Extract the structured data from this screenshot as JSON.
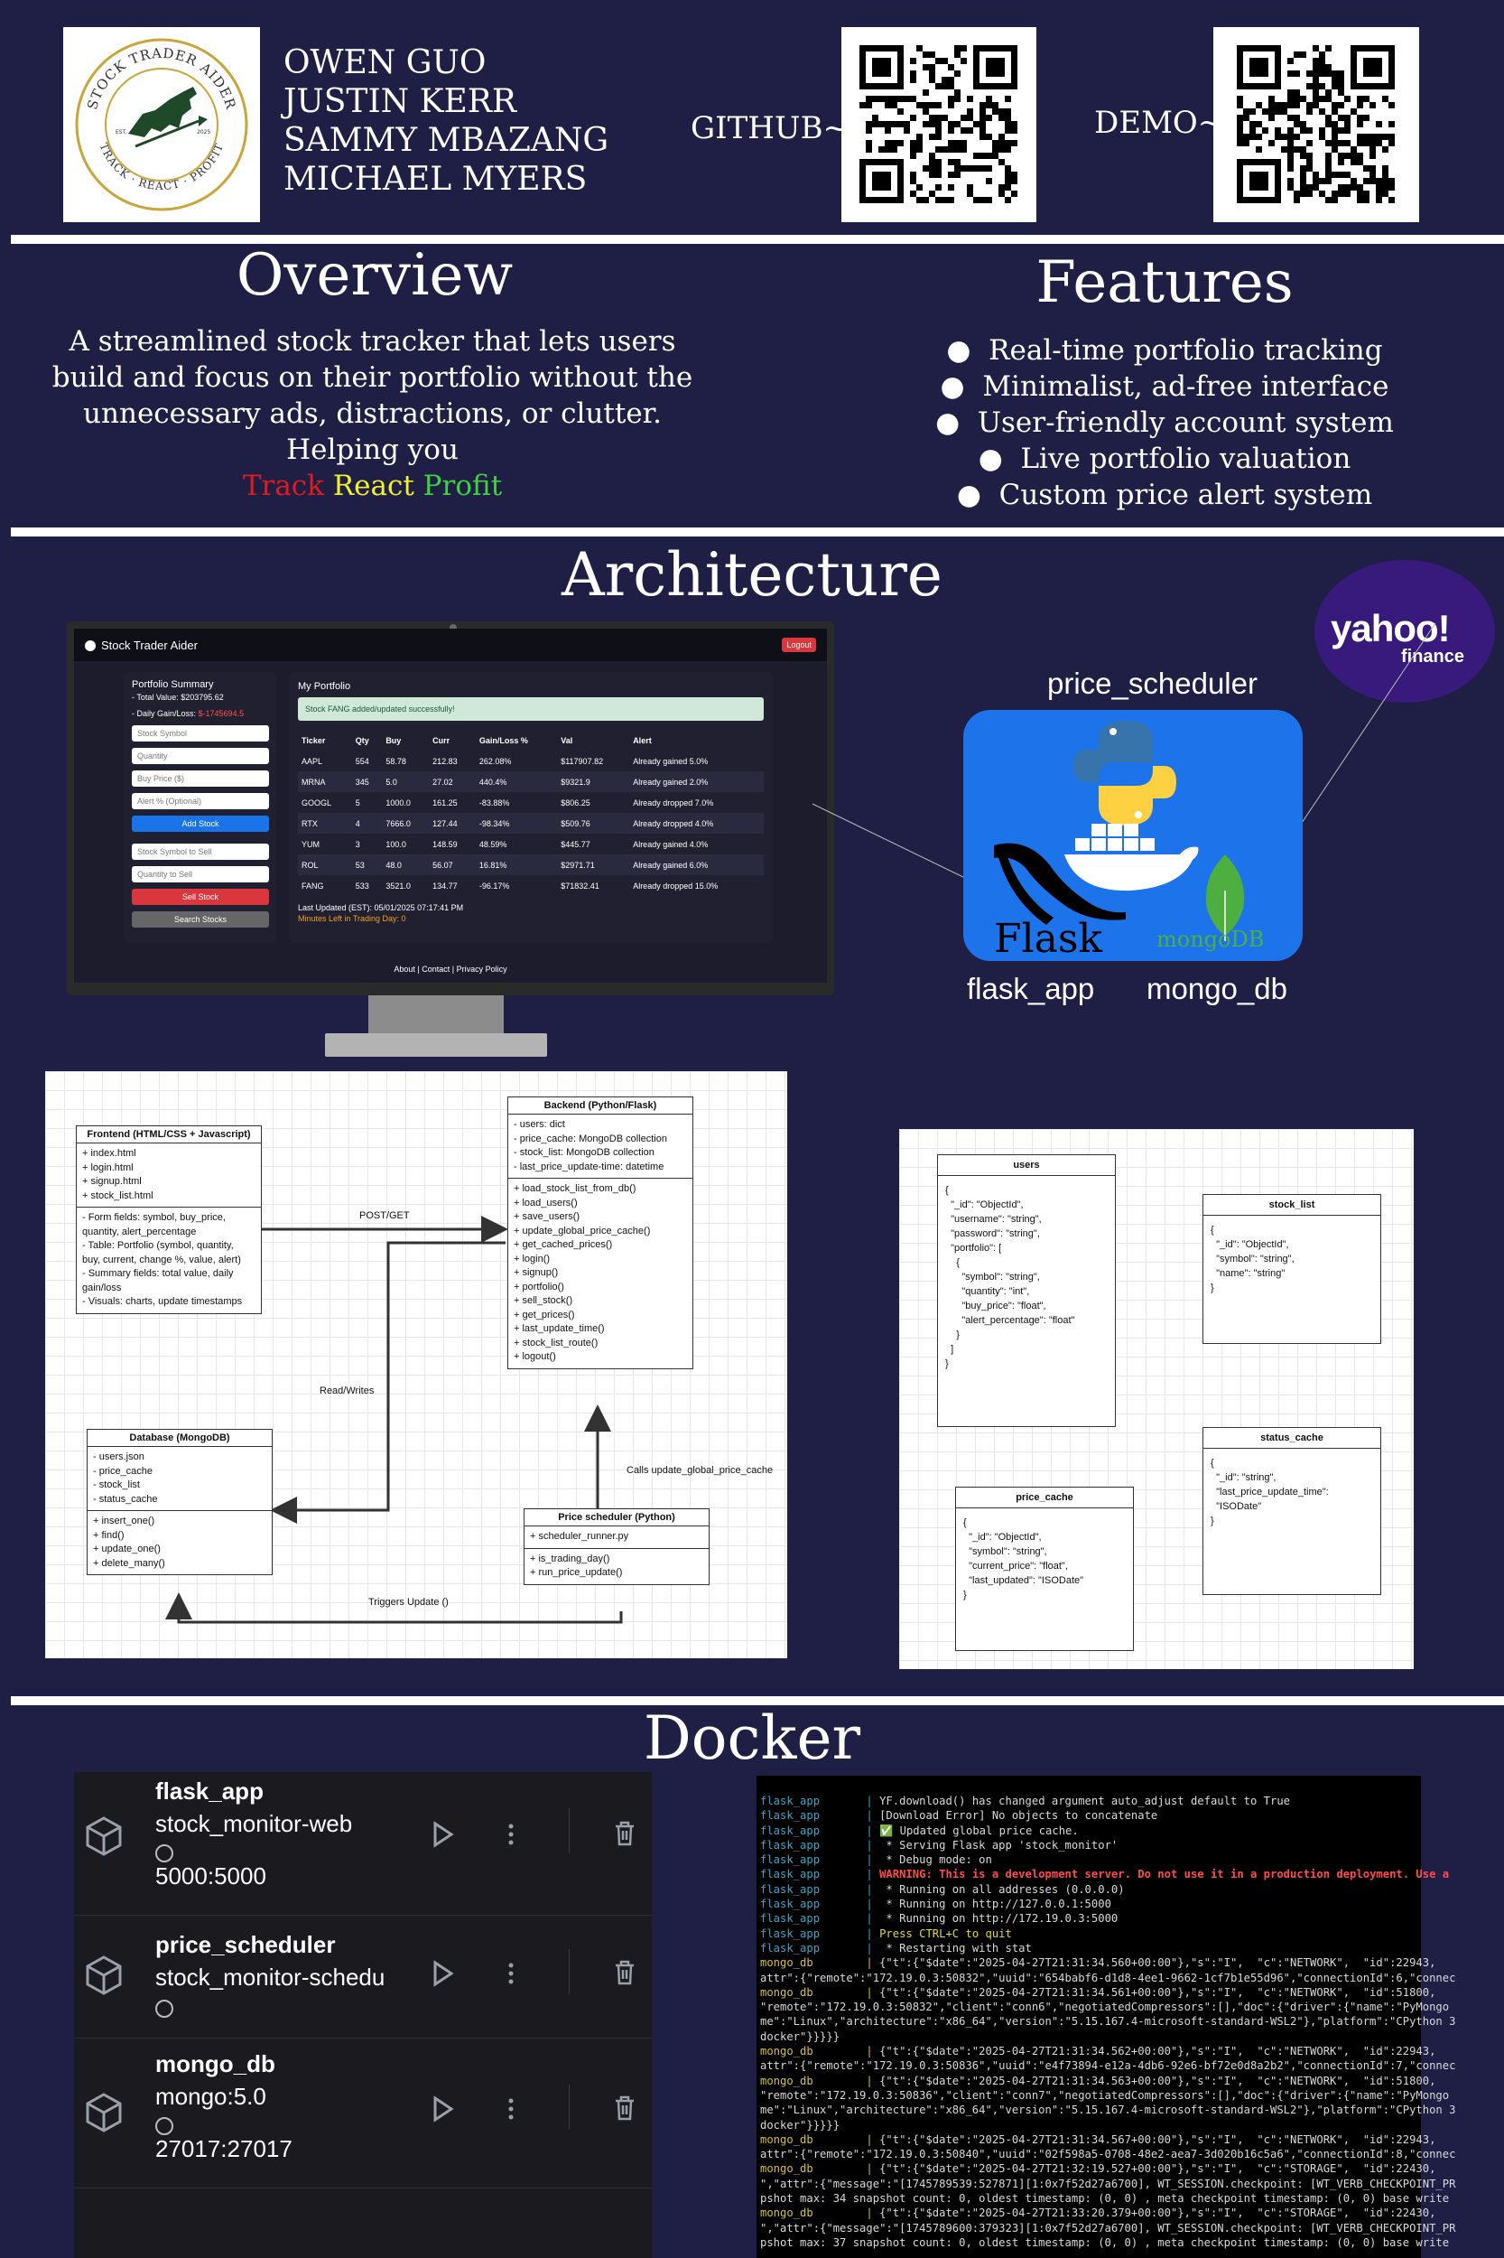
{
  "header": {
    "logo_text_top": "STOCK TRADER AIDER",
    "logo_text_bottom": "TRACK · REACT · PROFIT",
    "logo_est": "EST.",
    "logo_year": "2025",
    "authors": [
      "OWEN GUO",
      "JUSTIN KERR",
      "SAMMY MBAZANG",
      "MICHAEL MYERS"
    ],
    "github_label": "GITHUB~",
    "demo_label": "DEMO~"
  },
  "overview": {
    "title": "Overview",
    "text": "A streamlined stock tracker that lets users build and focus on their portfolio without the unnecessary ads, distractions, or clutter. Helping you",
    "tagline": [
      "Track",
      "React",
      "Profit"
    ],
    "tagline_colors": [
      "#e01b1b",
      "#f3ef2a",
      "#3fd13f"
    ]
  },
  "features": {
    "title": "Features",
    "items": [
      "Real-time portfolio tracking",
      "Minimalist, ad-free interface",
      "User-friendly account system",
      "Live portfolio valuation",
      "Custom price alert system"
    ]
  },
  "architecture": {
    "title": "Architecture",
    "yahoo": "yahoo!",
    "yahoo_sub": "finance",
    "labels": {
      "scheduler": "price_scheduler",
      "flask": "flask_app",
      "mongo": "mongo_db"
    },
    "flask_word": "Flask",
    "mongo_word": "mongoDB"
  },
  "app": {
    "title": "Stock Trader Aider",
    "logout": "Logout",
    "summary_title": "Portfolio Summary",
    "total_value": "- Total Value: $203795.62",
    "daily_label": "- Daily Gain/Loss: ",
    "daily_value": "$-1745694.5",
    "inputs": [
      "Stock Symbol",
      "Quantity",
      "Buy Price ($)",
      "Alert % (Optional)"
    ],
    "add_btn": "Add Stock",
    "sell_inputs": [
      "Stock Symbol to Sell",
      "Quantity to Sell"
    ],
    "sell_btn": "Sell Stock",
    "search_btn": "Search Stocks",
    "portfolio_title": "My Portfolio",
    "success_msg": "Stock FANG added/updated successfully!",
    "columns": [
      "Ticker",
      "Qty",
      "Buy",
      "Curr",
      "Gain/Loss %",
      "Val",
      "Alert"
    ],
    "rows": [
      [
        "AAPL",
        "554",
        "58.78",
        "212.83",
        "262.08%",
        "$117907.82",
        "Already gained 5.0%"
      ],
      [
        "MRNA",
        "345",
        "5.0",
        "27.02",
        "440.4%",
        "$9321.9",
        "Already gained 2.0%"
      ],
      [
        "GOOGL",
        "5",
        "1000.0",
        "161.25",
        "-83.88%",
        "$806.25",
        "Already dropped 7.0%"
      ],
      [
        "RTX",
        "4",
        "7666.0",
        "127.44",
        "-98.34%",
        "$509.76",
        "Already dropped 4.0%"
      ],
      [
        "YUM",
        "3",
        "100.0",
        "148.59",
        "48.59%",
        "$445.77",
        "Already gained 4.0%"
      ],
      [
        "ROL",
        "53",
        "48.0",
        "56.07",
        "16.81%",
        "$2971.71",
        "Already gained 6.0%"
      ],
      [
        "FANG",
        "533",
        "3521.0",
        "134.77",
        "-96.17%",
        "$71832.41",
        "Already dropped 15.0%"
      ]
    ],
    "last_updated": "Last Updated (EST): 05/01/2025 07:17:41 PM",
    "minutes_left": "Minutes Left in Trading Day: 0",
    "footer": "About | Contact | Privacy Policy"
  },
  "diagram": {
    "frontend": {
      "title": "Frontend (HTML/CSS + Javascript)",
      "files": [
        "+ index.html",
        "+ login.html",
        "+ signup.html",
        "+ stock_list.html"
      ],
      "notes": [
        "- Form fields: symbol, buy_price,",
        "quantity, alert_percentage",
        "- Table: Portfolio (symbol, quantity,",
        "buy, current, change %, value, alert)",
        "- Summary fields: total value, daily",
        "gain/loss",
        "- Visuals: charts, update timestamps"
      ]
    },
    "backend": {
      "title": "Backend (Python/Flask)",
      "fields": [
        "- users: dict",
        "- price_cache: MongoDB collection",
        "- stock_list: MongoDB collection",
        "- last_price_update-time: datetime"
      ],
      "methods": [
        "+ load_stock_list_from_db()",
        "+ load_users()",
        "+ save_users()",
        "+ update_global_price_cache()",
        "+ get_cached_prices()",
        "+ login()",
        "+ signup()",
        "+ portfolio()",
        "+ sell_stock()",
        "+ get_prices()",
        "+ last_update_time()",
        "+ stock_list_route()",
        "+ logout()"
      ]
    },
    "database": {
      "title": "Database (MongoDB)",
      "fields": [
        "- users.json",
        "- price_cache",
        "- stock_list",
        "- status_cache"
      ],
      "methods": [
        "+ insert_one()",
        "+ find()",
        "+ update_one()",
        "+ delete_many()"
      ]
    },
    "scheduler": {
      "title": "Price scheduler (Python)",
      "fields": [
        "+ scheduler_runner.py"
      ],
      "methods": [
        "+ is_trading_day()",
        "+ run_price_update()"
      ]
    },
    "labels": {
      "post_get": "POST/GET",
      "read_writes": "Read/Writes",
      "calls": "Calls update_global_price_cache",
      "triggers": "Triggers Update ()"
    }
  },
  "schema": {
    "users": {
      "title": "users",
      "body": "{\n  \"_id\": \"ObjectId\",\n  \"username\": \"string\",\n  \"password\": \"string\",\n  \"portfolio\": [\n    {\n      \"symbol\": \"string\",\n      \"quantity\": \"int\",\n      \"buy_price\": \"float\",\n      \"alert_percentage\": \"float\"\n    }\n  ]\n}"
    },
    "stock_list": {
      "title": "stock_list",
      "body": "{\n  \"_id\": \"ObjectId\",\n  \"symbol\": \"string\",\n  \"name\": \"string\"\n}"
    },
    "status_cache": {
      "title": "status_cache",
      "body": "{\n  \"_id\": \"string\",\n  \"last_price_update_time\":\n  \"ISODate\"\n}"
    },
    "price_cache": {
      "title": "price_cache",
      "body": "{\n  \"_id\": \"ObjectId\",\n  \"symbol\": \"string\",\n  \"current_price\": \"float\",\n  \"last_updated\": \"ISODate\"\n}"
    }
  },
  "docker": {
    "title": "Docker",
    "containers": [
      {
        "name": "flask_app",
        "image": "stock_monitor-web",
        "ports": "5000:5000"
      },
      {
        "name": "price_scheduler",
        "image": "stock_monitor-schedu",
        "ports": ""
      },
      {
        "name": "mongo_db",
        "image": "mongo:5.0",
        "ports": "27017:27017"
      }
    ]
  },
  "terminal": {
    "lines": [
      {
        "svc": "flask_app",
        "msg": "YF.download() has changed argument auto_adjust default to True"
      },
      {
        "svc": "flask_app",
        "msg": "[Download Error] No objects to concatenate"
      },
      {
        "svc": "flask_app",
        "msg": "✅ Updated global price cache."
      },
      {
        "svc": "flask_app",
        "msg": " * Serving Flask app 'stock_monitor'"
      },
      {
        "svc": "flask_app",
        "msg": " * Debug mode: on"
      },
      {
        "svc": "flask_app",
        "msg": "WARNING: This is a development server. Do not use it in a production deployment. Use a",
        "cls": "red"
      },
      {
        "svc": "flask_app",
        "msg": " * Running on all addresses (0.0.0.0)"
      },
      {
        "svc": "flask_app",
        "msg": " * Running on http://127.0.0.1:5000"
      },
      {
        "svc": "flask_app",
        "msg": " * Running on http://172.19.0.3:5000"
      },
      {
        "svc": "flask_app",
        "msg": "Press CTRL+C to quit",
        "cls": "yel"
      },
      {
        "svc": "flask_app",
        "msg": " * Restarting with stat"
      },
      {
        "svc": "mongo_db",
        "msg": "{\"t\":{\"$date\":\"2025-04-27T21:31:34.560+00:00\"},\"s\":\"I\",  \"c\":\"NETWORK\",  \"id\":22943,"
      },
      {
        "svc": "",
        "msg": "attr\":{\"remote\":\"172.19.0.3:50832\",\"uuid\":\"654babf6-d1d8-4ee1-9662-1cf7b1e55d96\",\"connectionId\":6,\"connec"
      },
      {
        "svc": "mongo_db",
        "msg": "{\"t\":{\"$date\":\"2025-04-27T21:31:34.561+00:00\"},\"s\":\"I\",  \"c\":\"NETWORK\",  \"id\":51800,"
      },
      {
        "svc": "",
        "msg": "\"remote\":\"172.19.0.3:50832\",\"client\":\"conn6\",\"negotiatedCompressors\":[],\"doc\":{\"driver\":{\"name\":\"PyMongo"
      },
      {
        "svc": "",
        "msg": "me\":\"Linux\",\"architecture\":\"x86_64\",\"version\":\"5.15.167.4-microsoft-standard-WSL2\"},\"platform\":\"CPython 3"
      },
      {
        "svc": "",
        "msg": "docker\"}}}}}"
      },
      {
        "svc": "mongo_db",
        "msg": "{\"t\":{\"$date\":\"2025-04-27T21:31:34.562+00:00\"},\"s\":\"I\",  \"c\":\"NETWORK\",  \"id\":22943,"
      },
      {
        "svc": "",
        "msg": "attr\":{\"remote\":\"172.19.0.3:50836\",\"uuid\":\"e4f73894-e12a-4db6-92e6-bf72e0d8a2b2\",\"connectionId\":7,\"connec"
      },
      {
        "svc": "mongo_db",
        "msg": "{\"t\":{\"$date\":\"2025-04-27T21:31:34.563+00:00\"},\"s\":\"I\",  \"c\":\"NETWORK\",  \"id\":51800,"
      },
      {
        "svc": "",
        "msg": "\"remote\":\"172.19.0.3:50836\",\"client\":\"conn7\",\"negotiatedCompressors\":[],\"doc\":{\"driver\":{\"name\":\"PyMongo"
      },
      {
        "svc": "",
        "msg": "me\":\"Linux\",\"architecture\":\"x86_64\",\"version\":\"5.15.167.4-microsoft-standard-WSL2\"},\"platform\":\"CPython 3"
      },
      {
        "svc": "",
        "msg": "docker\"}}}}}"
      },
      {
        "svc": "mongo_db",
        "msg": "{\"t\":{\"$date\":\"2025-04-27T21:31:34.567+00:00\"},\"s\":\"I\",  \"c\":\"NETWORK\",  \"id\":22943,"
      },
      {
        "svc": "",
        "msg": "attr\":{\"remote\":\"172.19.0.3:50840\",\"uuid\":\"02f598a5-0708-48e2-aea7-3d020b16c5a6\",\"connectionId\":8,\"connec"
      },
      {
        "svc": "mongo_db",
        "msg": "{\"t\":{\"$date\":\"2025-04-27T21:32:19.527+00:00\"},\"s\":\"I\",  \"c\":\"STORAGE\",  \"id\":22430,"
      },
      {
        "svc": "",
        "msg": "\",\"attr\":{\"message\":\"[1745789539:527871][1:0x7f52d27a6700], WT_SESSION.checkpoint: [WT_VERB_CHECKPOINT_PR"
      },
      {
        "svc": "",
        "msg": "pshot max: 34 snapshot count: 0, oldest timestamp: (0, 0) , meta checkpoint timestamp: (0, 0) base write"
      },
      {
        "svc": "mongo_db",
        "msg": "{\"t\":{\"$date\":\"2025-04-27T21:33:20.379+00:00\"},\"s\":\"I\",  \"c\":\"STORAGE\",  \"id\":22430,"
      },
      {
        "svc": "",
        "msg": "\",\"attr\":{\"message\":\"[1745789600:379323][1:0x7f52d27a6700], WT_SESSION.checkpoint: [WT_VERB_CHECKPOINT_PR"
      },
      {
        "svc": "",
        "msg": "pshot max: 37 snapshot count: 0, oldest timestamp: (0, 0) , meta checkpoint timestamp: (0, 0) base write"
      }
    ]
  }
}
